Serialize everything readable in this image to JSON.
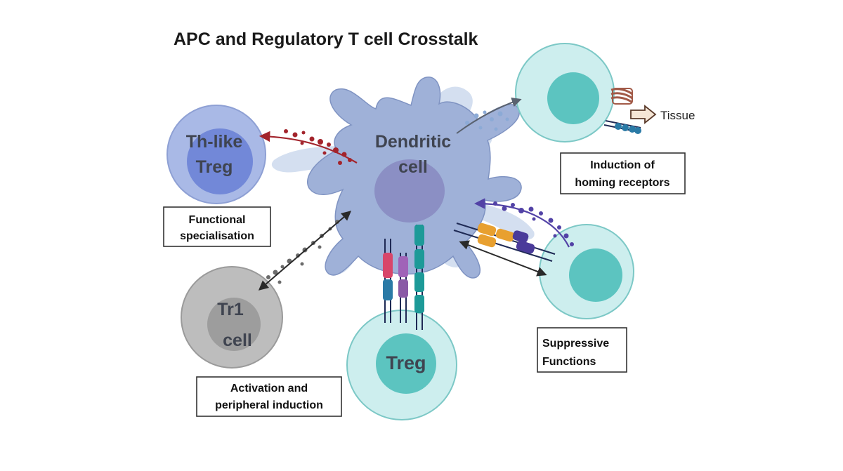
{
  "title": "APC and Regulatory T cell Crosstalk",
  "cells": {
    "dendritic": {
      "line1": "Dendritic",
      "line2": "cell"
    },
    "th_like_treg": {
      "line1": "Th-like",
      "line2": "Treg"
    },
    "tr1": {
      "line1": "Tr1",
      "line2": "cell"
    },
    "treg": {
      "label": "Treg"
    }
  },
  "labels": {
    "functional": {
      "line1": "Functional",
      "line2": "specialisation"
    },
    "activation": {
      "line1": "Activation and",
      "line2": "peripheral induction"
    },
    "homing": {
      "line1": "Induction of",
      "line2": "homing receptors"
    },
    "suppressive": {
      "line1": "Suppressive",
      "line2": "Functions"
    },
    "tissue": "Tissue"
  },
  "colors": {
    "dendritic_body": "#9fb1d8",
    "dendritic_nucleus": "#8b8fc4",
    "dendritic_ghost": "#d4dff0",
    "th_like_body": "#a9b9e6",
    "th_like_nucleus": "#7288d8",
    "tr1_body": "#bdbdbd",
    "tr1_nucleus": "#9d9d9d",
    "teal_body": "#cdeeee",
    "teal_nucleus": "#5cc4c0",
    "red_signal": "#a3242c",
    "purple_signal": "#5242a6",
    "grey_signal": "#6b6b6b",
    "blue_signal": "#8caad6"
  }
}
